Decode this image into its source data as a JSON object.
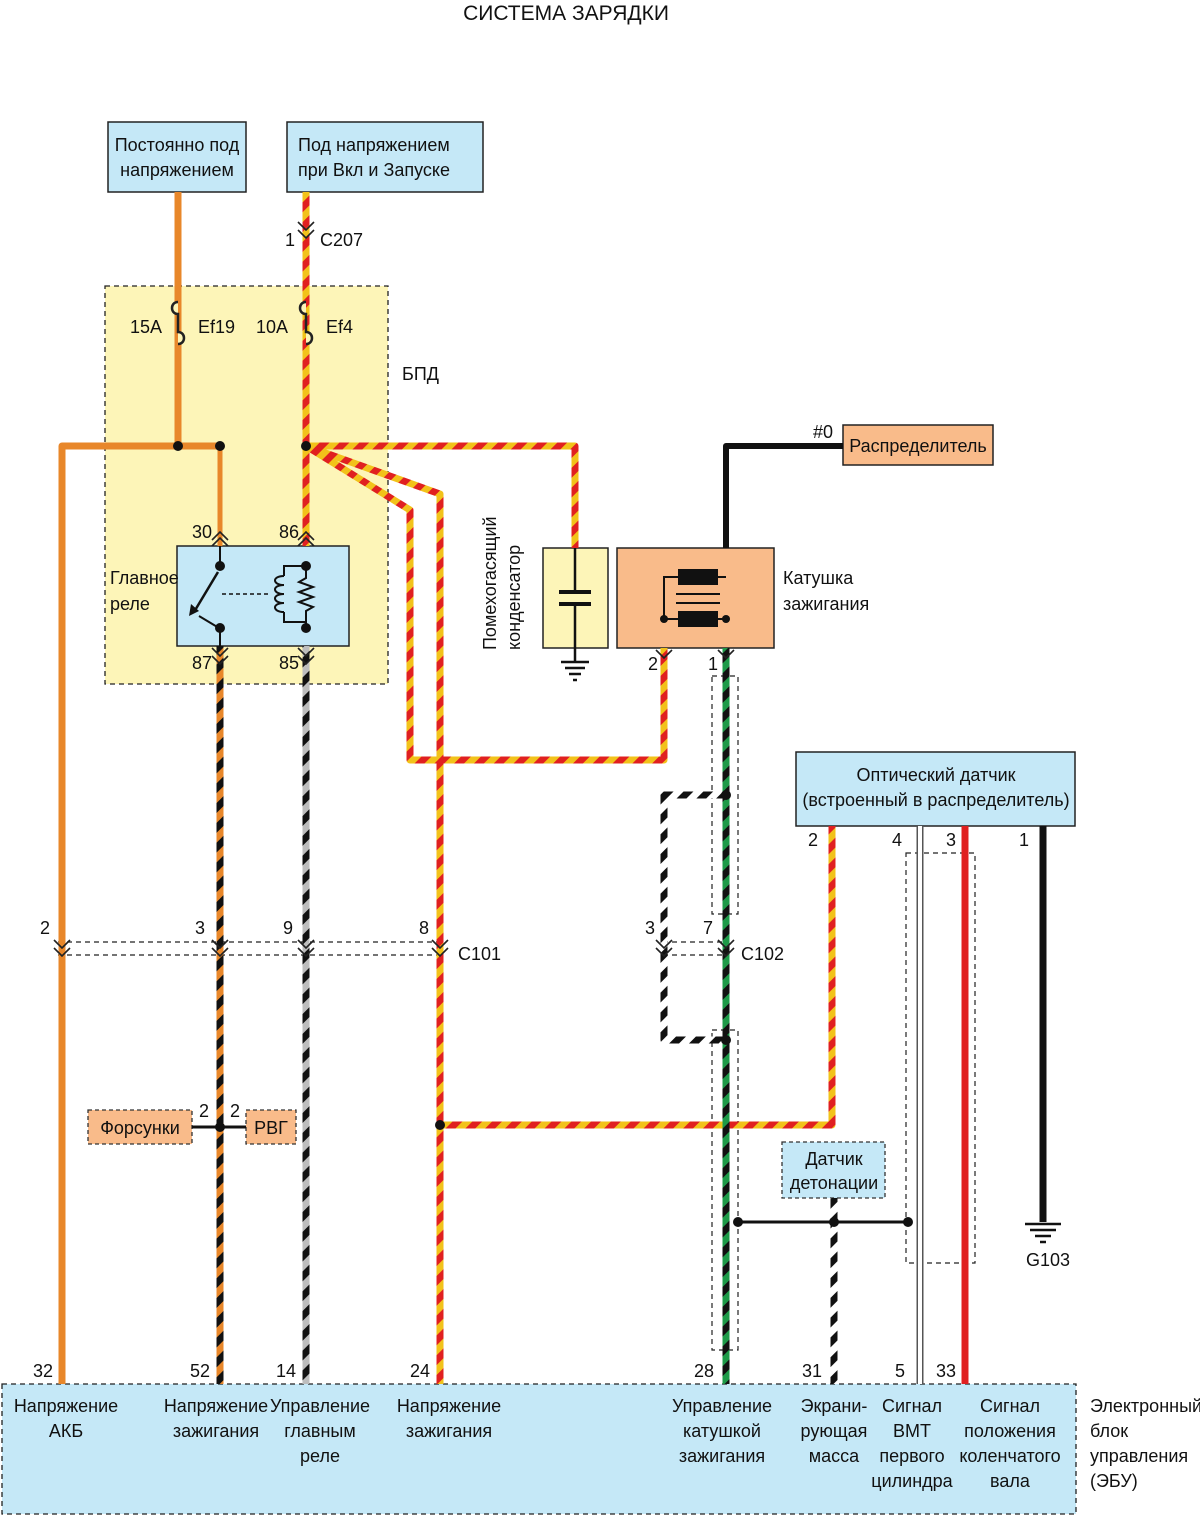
{
  "title": "СИСТЕМА ЗАРЯДКИ",
  "sources": {
    "constant": [
      "Постоянно под",
      "напряжением"
    ],
    "ignition": [
      "Под напряжением",
      "при Вкл и Запуске"
    ]
  },
  "connectors": {
    "c207_pin": "1",
    "c207": "C207",
    "c101": "C101",
    "c102": "C102"
  },
  "fuses": {
    "ef19_rating": "15A",
    "ef19": "Ef19",
    "ef4_rating": "10A",
    "ef4": "Ef4"
  },
  "fuse_box_label": "БПД",
  "main_relay": {
    "label": [
      "Главное",
      "реле"
    ],
    "pin30": "30",
    "pin86": "86",
    "pin87": "87",
    "pin85": "85"
  },
  "capacitor_label": [
    "Помехогасящий",
    "конденсатор"
  ],
  "ignition_coil": {
    "label": [
      "Катушка",
      "зажигания"
    ],
    "pin2": "2",
    "pin1": "1"
  },
  "distributor": {
    "label": "Распределитель",
    "pin": "#0"
  },
  "optical_sensor": {
    "label": [
      "Оптический датчик",
      "(встроенный в распределитель)"
    ],
    "pins": [
      "2",
      "4",
      "3",
      "1"
    ]
  },
  "c101_pins": [
    "2",
    "3",
    "9",
    "8"
  ],
  "c102_pins": [
    "3",
    "7"
  ],
  "injectors": {
    "label": "Форсунки",
    "pin": "2"
  },
  "rvg": {
    "label": "РВГ",
    "pin": "2"
  },
  "knock_sensor": [
    "Датчик",
    "детонации"
  ],
  "ground": "G103",
  "ecu": {
    "label": [
      "Электронный",
      "блок",
      "управления",
      "(ЭБУ)"
    ],
    "pins": [
      "32",
      "52",
      "14",
      "24",
      "28",
      "31",
      "5",
      "33"
    ],
    "signals": [
      [
        "Напряжение",
        "АКБ"
      ],
      [
        "Напряжение",
        "зажигания"
      ],
      [
        "Управление",
        "главным",
        "реле"
      ],
      [
        "Напряжение",
        "зажигания"
      ],
      [
        "Управление",
        "катушкой",
        "зажигания"
      ],
      [
        "Экрани-",
        "рующая",
        "масса"
      ],
      [
        "Сигнал",
        "ВМТ",
        "первого",
        "цилиндра"
      ],
      [
        "Сигнал",
        "положения",
        "коленчатого",
        "вала"
      ]
    ]
  },
  "colors": {
    "orange": "#E8872A",
    "red": "#E02020",
    "yellow": "#F2C21A",
    "black": "#111111",
    "green": "#1E9A48",
    "box_blue": "#C5E8F7",
    "box_orange": "#F9BB8A",
    "box_yellow": "#FDF5B8"
  }
}
